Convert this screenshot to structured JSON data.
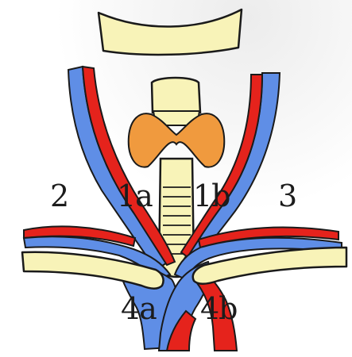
{
  "labels": {
    "region_2": "2",
    "region_1a": "1a",
    "region_1b": "1b",
    "region_3": "3",
    "region_4a": "4a",
    "region_4b": "4b"
  },
  "colors": {
    "background": "#ffffff",
    "bone": "#f8f3b8",
    "artery": "#e5231c",
    "vein": "#5f8ee6",
    "thyroid": "#f09a3e",
    "outline": "#1a1a1a",
    "text": "#1c1c1c"
  }
}
